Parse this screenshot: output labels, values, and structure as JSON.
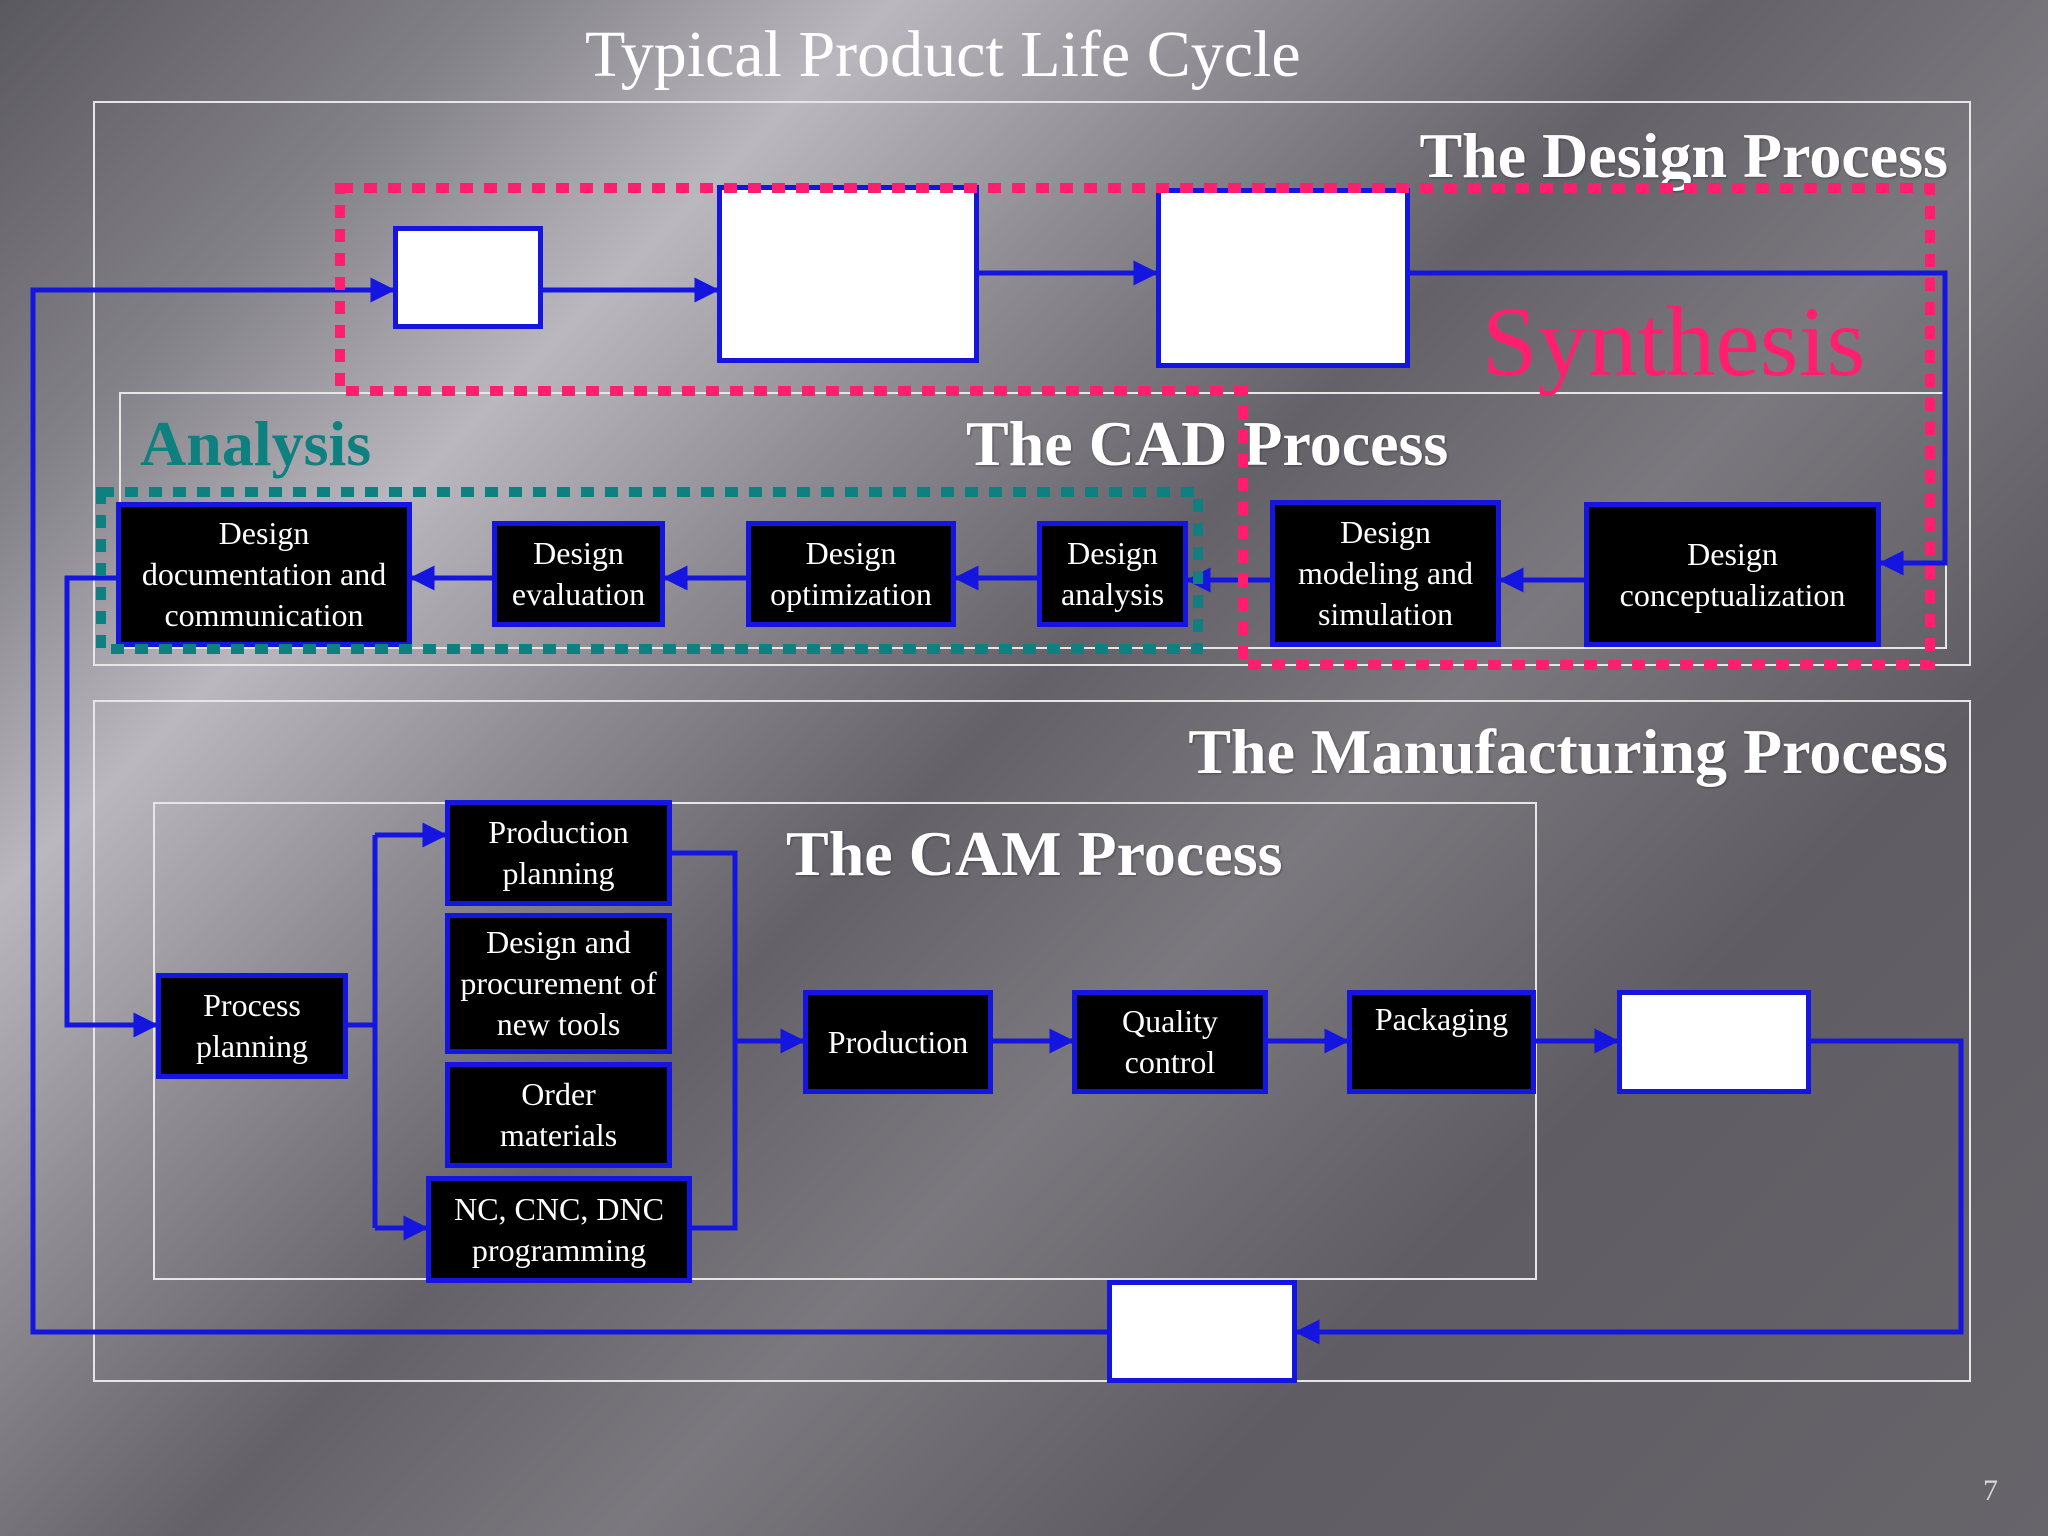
{
  "slide": {
    "title": "Typical Product Life Cycle",
    "page_number": "7"
  },
  "sections": {
    "design_process": "The Design Process",
    "cad_process": "The CAD Process",
    "manufacturing_process": "The Manufacturing Process",
    "cam_process": "The CAM Process"
  },
  "groups": {
    "synthesis": "Synthesis",
    "analysis": "Analysis"
  },
  "cad_steps": {
    "conceptualization": "Design\nconceptualization",
    "modeling": "Design\nmodeling and\nsimulation",
    "analysis": "Design\nanalysis",
    "optimization": "Design\noptimization",
    "evaluation": "Design\nevaluation",
    "documentation": "Design\ndocumentation and\ncommunication"
  },
  "cam_steps": {
    "process_planning": "Process\nplanning",
    "production_planning": "Production\nplanning",
    "tools": "Design and\nprocurement of\nnew tools",
    "order_materials": "Order\nmaterials",
    "nc_programming": "NC, CNC, DNC\nprogramming",
    "production": "Production",
    "quality_control": "Quality\ncontrol",
    "packaging": "Packaging"
  },
  "colors": {
    "box_border": "#1515e0",
    "arrow": "#1515e0",
    "synthesis": "#ff1f6e",
    "analysis": "#0f8080",
    "frame": "#e6e6e6"
  }
}
